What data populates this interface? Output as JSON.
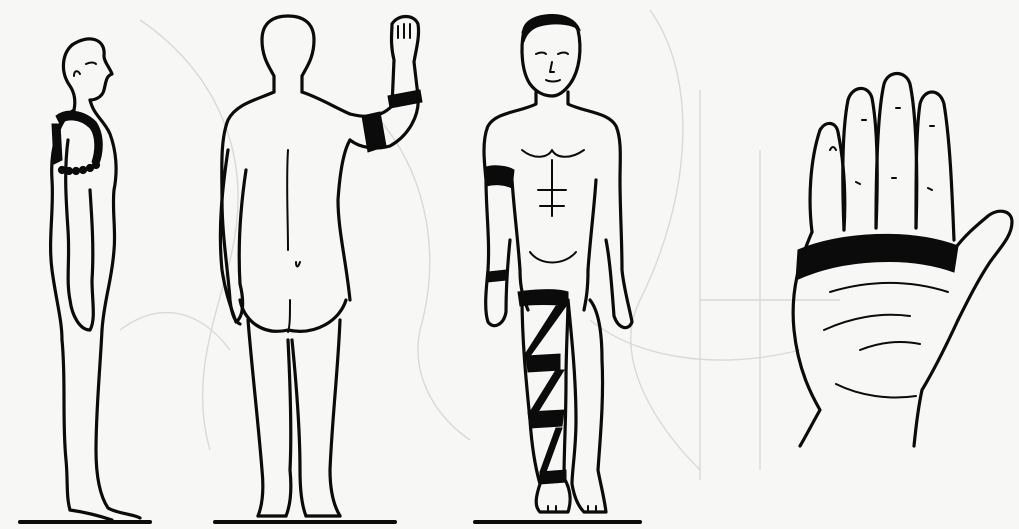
{
  "figures": [
    {
      "pose": "side-profile",
      "bandage": "shoulder"
    },
    {
      "pose": "rear-view",
      "bandage": "upper-arm"
    },
    {
      "pose": "front-view",
      "bandage": "leg-spiral"
    },
    {
      "pose": "hand-palm",
      "bandage": "palm"
    }
  ],
  "colors": {
    "ink": "#0b0b0b",
    "paper": "#f7f7f5",
    "bleed_through": "#d9d9d6"
  }
}
